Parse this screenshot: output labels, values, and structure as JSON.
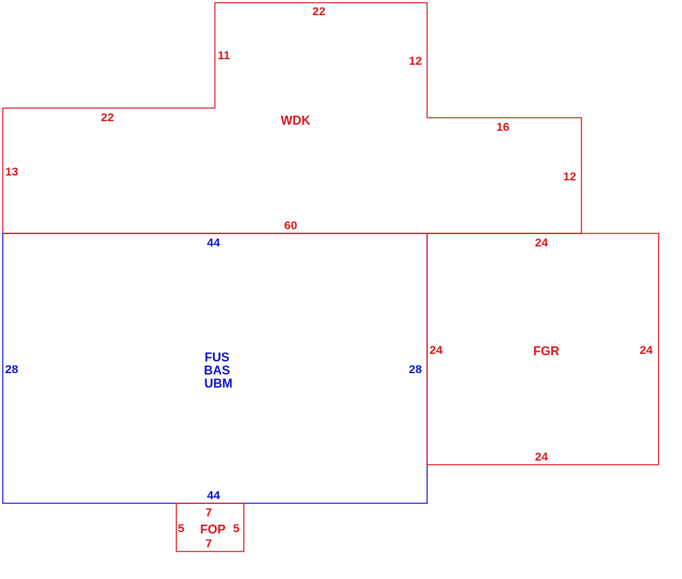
{
  "colors": {
    "red": "#e0151c",
    "blue": "#0b12c8",
    "background": "#ffffff"
  },
  "areas": {
    "wdk": {
      "labels": [
        "WDK"
      ],
      "dims": {
        "top": "22",
        "upper_left": "11",
        "upper_right": "12",
        "left_top": "22",
        "left_side": "13",
        "right_top": "16",
        "right_side": "12",
        "bottom": "60"
      }
    },
    "main": {
      "labels": [
        "FUS",
        "BAS",
        "UBM"
      ],
      "dims": {
        "top": "44",
        "bottom": "44",
        "left": "28",
        "right": "28"
      }
    },
    "fgr": {
      "labels": [
        "FGR"
      ],
      "dims": {
        "top": "24",
        "bottom": "24",
        "left": "24",
        "right": "24"
      }
    },
    "fop": {
      "labels": [
        "FOP"
      ],
      "dims": {
        "top": "7",
        "bottom": "7",
        "left": "5",
        "right": "5"
      }
    }
  }
}
